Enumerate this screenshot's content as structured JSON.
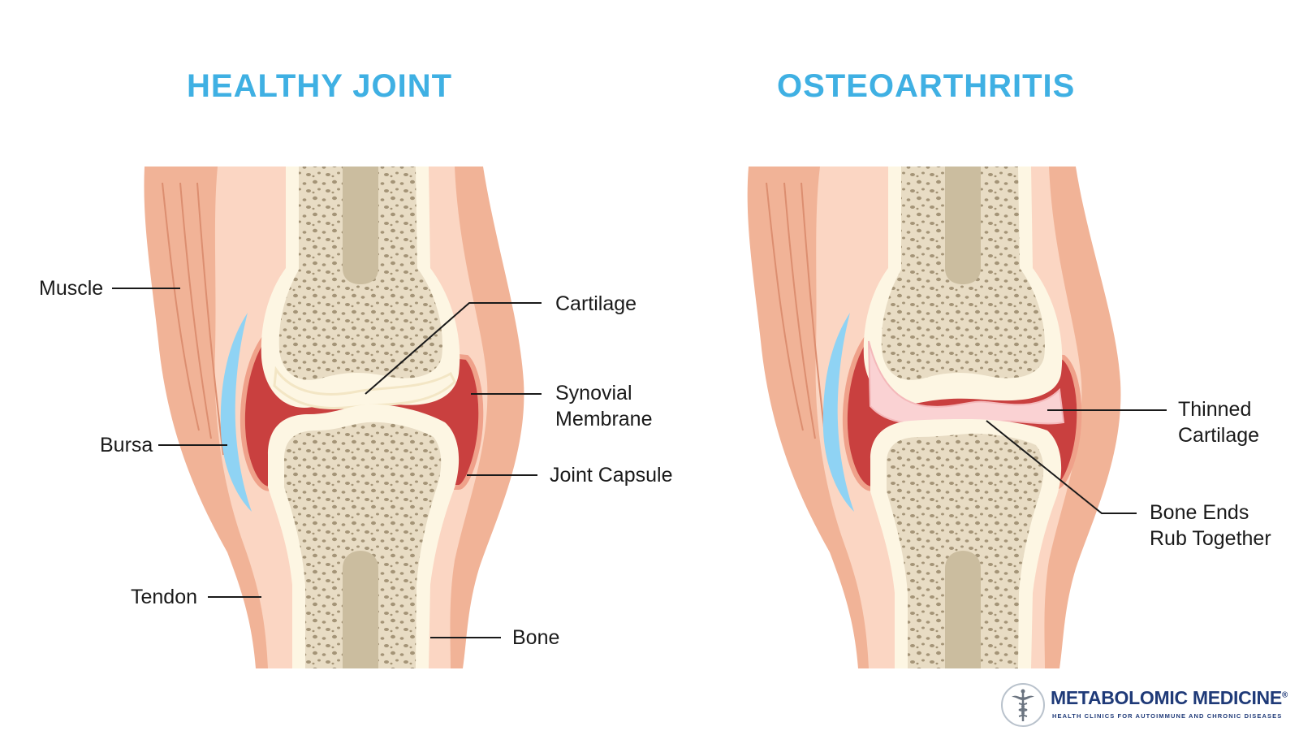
{
  "titles": {
    "healthy": "HEALTHY JOINT",
    "osteoarthritis": "OSTEOARTHRITIS"
  },
  "healthy_labels": {
    "muscle": "Muscle",
    "cartilage": "Cartilage",
    "synovial_1": "Synovial",
    "synovial_2": "Membrane",
    "bursa": "Bursa",
    "joint_capsule": "Joint Capsule",
    "tendon": "Tendon",
    "bone": "Bone"
  },
  "oa_labels": {
    "thinned_1": "Thinned",
    "thinned_2": "Cartilage",
    "bone_ends_1": "Bone Ends",
    "bone_ends_2": "Rub Together"
  },
  "logo": {
    "name": "METABOLOMIC MEDICINE",
    "trademark": "®",
    "tagline": "HEALTH CLINICS FOR AUTOIMMUNE AND CHRONIC DISEASES",
    "icon": "caduceus-icon"
  },
  "colors": {
    "title": "#3fb0e3",
    "muscle": "#f1b397",
    "skin_inner": "#fbd6c3",
    "bone_cortex": "#fdf6e3",
    "bone_spongy": "#e8dcc4",
    "marrow": "#cbbd9f",
    "synovial_fluid": "#c9403f",
    "bursa": "#8fd3f4",
    "thinned_cartilage": "#fad2d3",
    "logo": "#1f3a78"
  }
}
